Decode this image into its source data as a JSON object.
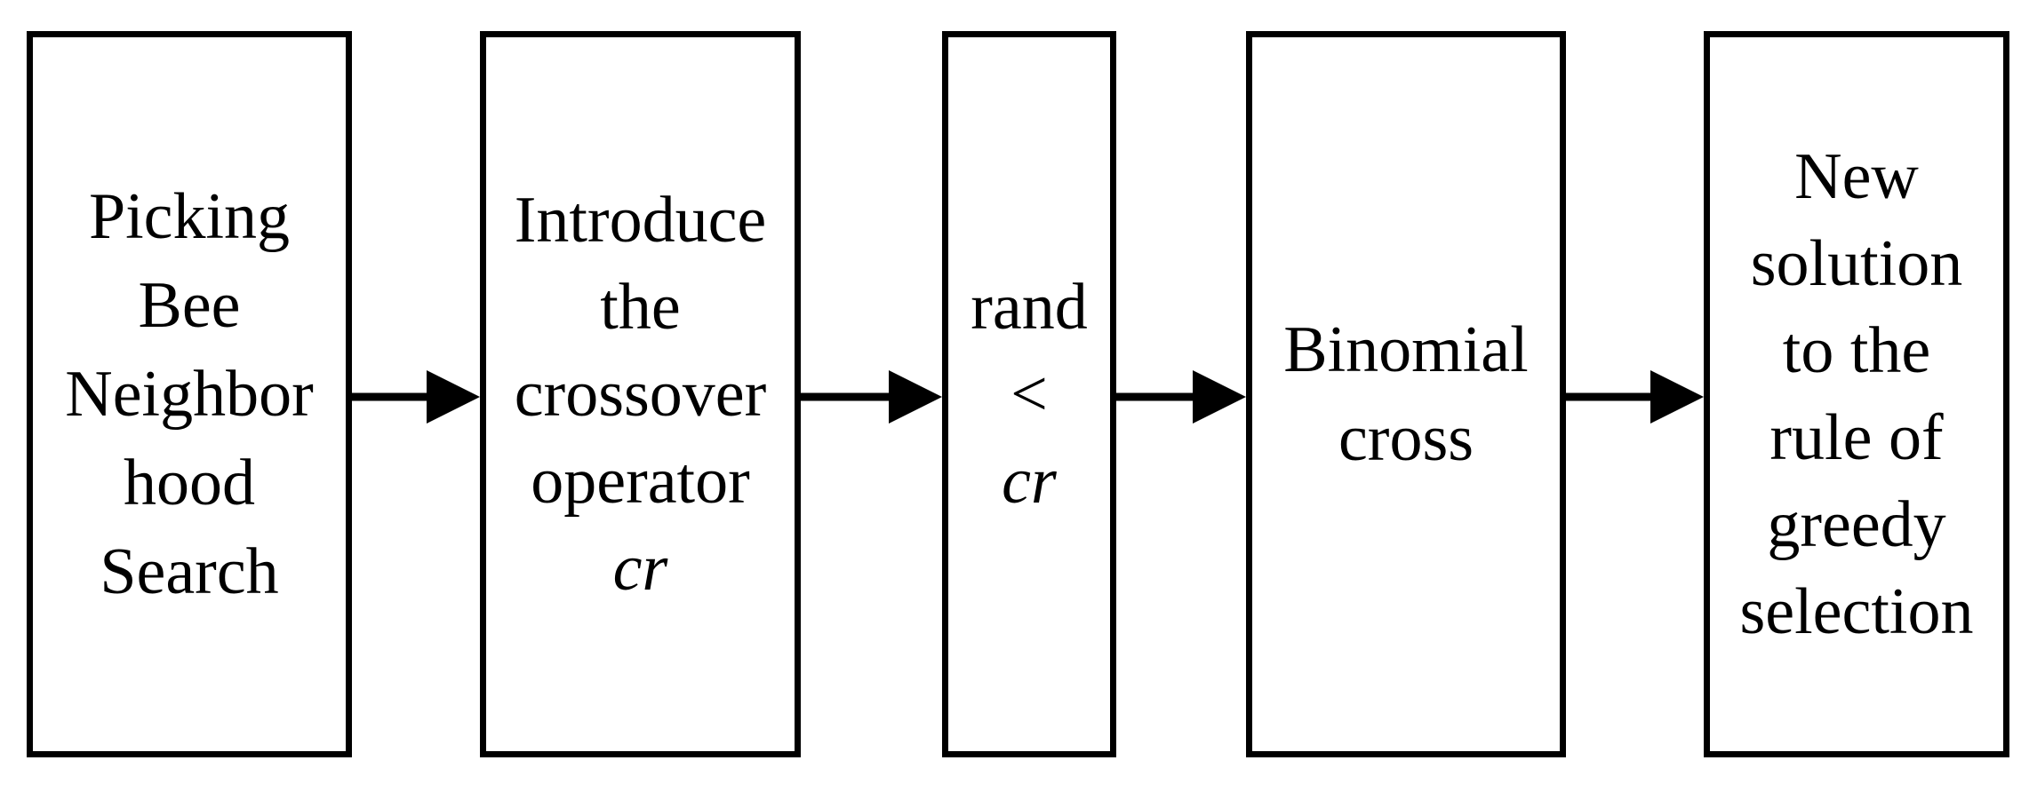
{
  "colors": {
    "stroke": "#000000",
    "background": "#ffffff"
  },
  "boxes": [
    {
      "lines": [
        "Picking",
        "Bee",
        "Neighbor",
        "hood",
        "Search"
      ]
    },
    {
      "lines": [
        "Introduce",
        "the",
        "crossover",
        "operator",
        "cr"
      ]
    },
    {
      "lines": [
        "rand",
        "<",
        "cr"
      ]
    },
    {
      "lines": [
        "Binomial",
        "cross"
      ]
    },
    {
      "lines": [
        "New",
        "solution",
        "to the",
        "rule of",
        "greedy",
        "selection"
      ]
    }
  ]
}
